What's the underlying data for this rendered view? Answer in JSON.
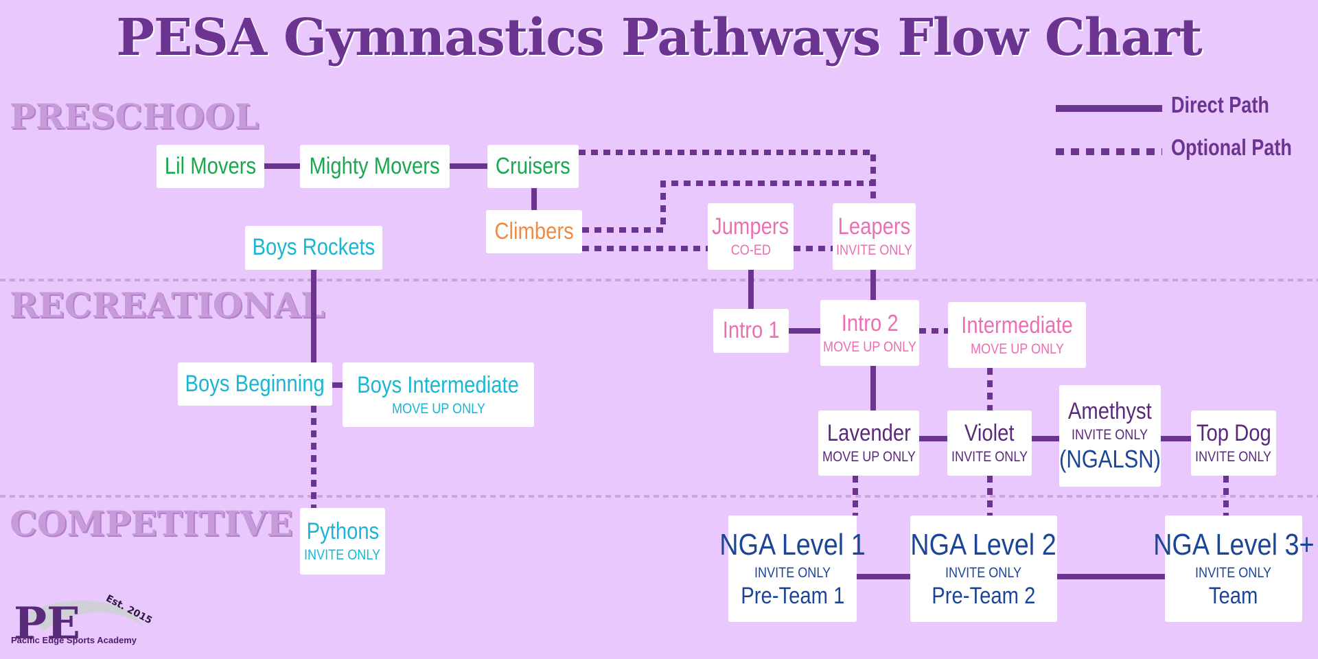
{
  "title": "PESA Gymnastics Pathways Flow Chart",
  "sections": {
    "preschool": "PRESCHOOL",
    "recreational": "RECREATIONAL",
    "competitive": "COMPETITIVE"
  },
  "legend": {
    "direct": "Direct Path",
    "optional": "Optional Path"
  },
  "colors": {
    "background": "#e9c8fd",
    "accent": "#6b3490",
    "green": "#1aa84f",
    "orange": "#ee8a42",
    "teal": "#1ab6d3",
    "pink": "#ea6fb3",
    "purple": "#5a2a7a",
    "navy": "#1d4596"
  },
  "nodes": {
    "lil_movers": {
      "title": "Lil Movers"
    },
    "mighty_movers": {
      "title": "Mighty Movers"
    },
    "cruisers": {
      "title": "Cruisers"
    },
    "climbers": {
      "title": "Climbers"
    },
    "jumpers": {
      "title": "Jumpers",
      "sub": "CO-ED"
    },
    "leapers": {
      "title": "Leapers",
      "sub": "INVITE ONLY"
    },
    "boys_rockets": {
      "title": "Boys Rockets"
    },
    "boys_beginning": {
      "title": "Boys Beginning"
    },
    "boys_intermediate": {
      "title": "Boys Intermediate",
      "sub": "MOVE UP ONLY"
    },
    "pythons": {
      "title": "Pythons",
      "sub": "INVITE ONLY"
    },
    "intro1": {
      "title": "Intro 1"
    },
    "intro2": {
      "title": "Intro 2",
      "sub": "MOVE UP ONLY"
    },
    "intermediate": {
      "title": "Intermediate",
      "sub": "MOVE UP ONLY"
    },
    "lavender": {
      "title": "Lavender",
      "sub": "MOVE UP ONLY"
    },
    "violet": {
      "title": "Violet",
      "sub": "INVITE ONLY"
    },
    "amethyst": {
      "title": "Amethyst",
      "sub": "INVITE ONLY",
      "extra": "(NGALSN)"
    },
    "top_dog": {
      "title": "Top Dog",
      "sub": "INVITE ONLY"
    },
    "nga1": {
      "title": "NGA Level 1",
      "sub": "INVITE ONLY",
      "extra": "Pre-Team 1"
    },
    "nga2": {
      "title": "NGA Level 2",
      "sub": "INVITE ONLY",
      "extra": "Pre-Team 2"
    },
    "nga3": {
      "title": "NGA Level 3+",
      "sub": "INVITE ONLY",
      "extra": "Team"
    }
  },
  "edges": [
    {
      "from": "lil_movers",
      "to": "mighty_movers",
      "kind": "direct"
    },
    {
      "from": "mighty_movers",
      "to": "cruisers",
      "kind": "direct"
    },
    {
      "from": "cruisers",
      "to": "climbers",
      "kind": "direct"
    },
    {
      "from": "cruisers",
      "to": "leapers",
      "kind": "optional"
    },
    {
      "from": "climbers",
      "to": "leapers",
      "kind": "optional"
    },
    {
      "from": "climbers",
      "to": "jumpers",
      "kind": "optional"
    },
    {
      "from": "jumpers",
      "to": "leapers",
      "kind": "optional"
    },
    {
      "from": "jumpers",
      "to": "intro1",
      "kind": "direct"
    },
    {
      "from": "leapers",
      "to": "intro2",
      "kind": "direct"
    },
    {
      "from": "intro1",
      "to": "intro2",
      "kind": "direct"
    },
    {
      "from": "intro2",
      "to": "intermediate",
      "kind": "optional"
    },
    {
      "from": "intro2",
      "to": "lavender",
      "kind": "direct"
    },
    {
      "from": "intermediate",
      "to": "violet",
      "kind": "optional"
    },
    {
      "from": "lavender",
      "to": "violet",
      "kind": "direct"
    },
    {
      "from": "violet",
      "to": "amethyst",
      "kind": "direct"
    },
    {
      "from": "amethyst",
      "to": "top_dog",
      "kind": "direct"
    },
    {
      "from": "lavender",
      "to": "nga1",
      "kind": "optional"
    },
    {
      "from": "violet",
      "to": "nga2",
      "kind": "optional"
    },
    {
      "from": "top_dog",
      "to": "nga3",
      "kind": "optional"
    },
    {
      "from": "nga1",
      "to": "nga2",
      "kind": "direct"
    },
    {
      "from": "nga2",
      "to": "nga3",
      "kind": "direct"
    },
    {
      "from": "boys_rockets",
      "to": "boys_beginning",
      "kind": "direct"
    },
    {
      "from": "boys_beginning",
      "to": "boys_intermediate",
      "kind": "direct"
    },
    {
      "from": "boys_beginning",
      "to": "pythons",
      "kind": "optional"
    }
  ],
  "logo": {
    "mark": "PE",
    "est": "Est. 2015",
    "caption": "Pacific Edge Sports Academy"
  }
}
